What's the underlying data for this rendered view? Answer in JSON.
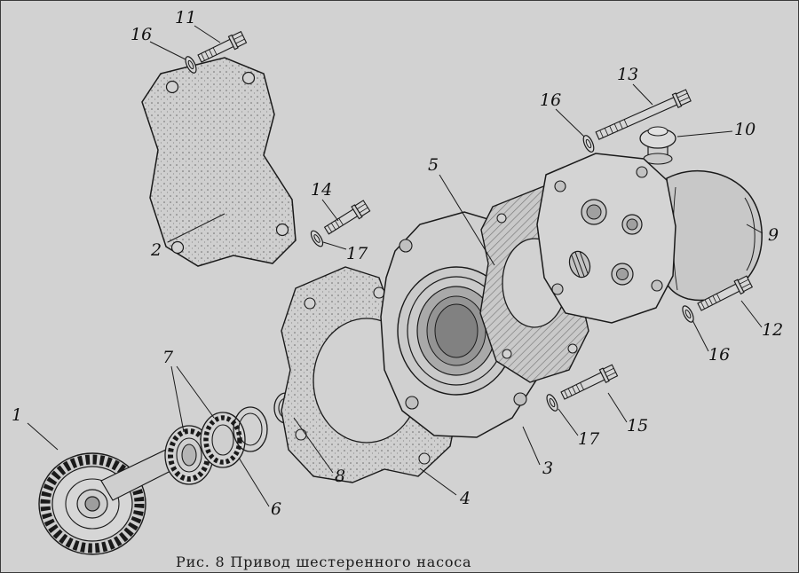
{
  "figure": {
    "caption": "Рис. 8 Привод шестеренного насоса",
    "background_color": "#d2d2d2",
    "ink_color": "#1a1a1a"
  },
  "callouts": [
    {
      "label": "11"
    },
    {
      "label": "16"
    },
    {
      "label": "13"
    },
    {
      "label": "16"
    },
    {
      "label": "10"
    },
    {
      "label": "5"
    },
    {
      "label": "14"
    },
    {
      "label": "2"
    },
    {
      "label": "17"
    },
    {
      "label": "9"
    },
    {
      "label": "12"
    },
    {
      "label": "16"
    },
    {
      "label": "15"
    },
    {
      "label": "17"
    },
    {
      "label": "3"
    },
    {
      "label": "4"
    },
    {
      "label": "8"
    },
    {
      "label": "6"
    },
    {
      "label": "7"
    },
    {
      "label": "1"
    }
  ]
}
